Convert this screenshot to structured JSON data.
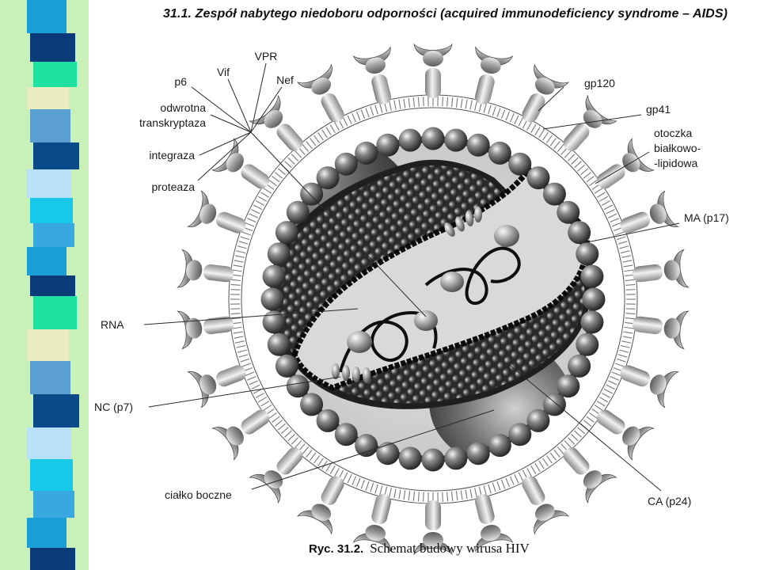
{
  "title": "31.1. Zespół nabytego niedoboru odporności (acquired immunodeficiency syndrome – AIDS)",
  "caption": {
    "number": "Ryc. 31.2.",
    "text": "Schemat budowy wirusa HIV"
  },
  "labels": {
    "vpr": "VPR",
    "vif": "Vif",
    "nef": "Nef",
    "p6": "p6",
    "odwrotna_1": "odwrotna",
    "odwrotna_2": "transkryptaza",
    "integraza": "integraza",
    "proteaza": "proteaza",
    "gp120": "gp120",
    "gp41": "gp41",
    "otoczka_1": "otoczka",
    "otoczka_2": "białkowo-",
    "otoczka_3": "-lipidowa",
    "ma": "MA (p17)",
    "rna": "RNA",
    "nc": "NC (p7)",
    "cialko": "ciałko boczne",
    "ca": "CA (p24)"
  },
  "colors": {
    "strip_base": "#c8f0b8",
    "ink": "#1a1a1a"
  }
}
